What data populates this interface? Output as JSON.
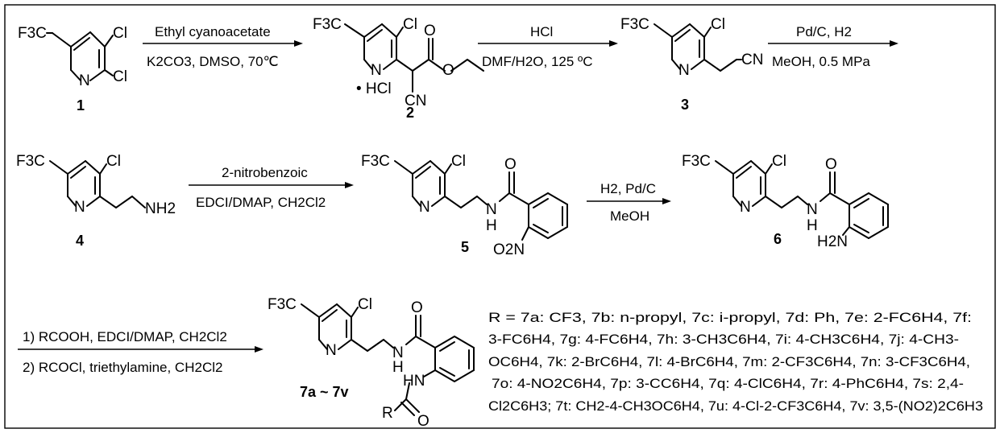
{
  "compounds": [
    {
      "id": "1",
      "label": "1"
    },
    {
      "id": "2",
      "label": "2"
    },
    {
      "id": "3",
      "label": "3"
    },
    {
      "id": "4",
      "label": "4"
    },
    {
      "id": "5",
      "label": "5"
    },
    {
      "id": "6",
      "label": "6"
    },
    {
      "id": "7",
      "label": "7a ~ 7v"
    }
  ],
  "conditions": {
    "s1_top": "Ethyl cyanoacetate",
    "s1_bottom": "K2CO3, DMSO, 70℃",
    "s2_top": "HCl",
    "s2_bottom": "DMF/H2O, 125 ºC",
    "s3_top": "Pd/C, H2",
    "s3_bottom": "MeOH, 0.5 MPa",
    "s4_top": "2-nitrobenzoic",
    "s4_bottom": "EDCI/DMAP, CH2Cl2",
    "s5_top": "H2, Pd/C",
    "s5_bottom": "MeOH",
    "s6_top": "1) RCOOH, EDCI/DMAP, CH2Cl2",
    "s6_bottom": "2) RCOCl, triethylamine, CH2Cl2"
  },
  "atoms": {
    "f3c": "F3C",
    "cl": "Cl",
    "n": "N",
    "hcl_salt": "• HCl",
    "cn": "CN",
    "o": "O",
    "nh2": "NH2",
    "nh": "NH",
    "h": "H",
    "hn": "HN",
    "no2": "O2N",
    "h2n": "H2N",
    "r": "R"
  },
  "r_groups_lines": [
    "R = 7a: CF3, 7b: n-propyl, 7c: i-propyl, 7d: Ph, 7e: 2-FC6H4, 7f:",
    "3-FC6H4, 7g: 4-FC6H4, 7h: 3-CH3C6H4, 7i: 4-CH3C6H4, 7j: 4-CH3-",
    "OC6H4, 7k: 2-BrC6H4, 7l: 4-BrC6H4, 7m: 2-CF3C6H4, 7n: 3-CF3C6H4,",
    "7o: 4-NO2C6H4, 7p: 3-CC6H4, 7q: 4-ClC6H4, 7r: 4-PhC6H4, 7s: 2,4-",
    "Cl2C6H3; 7t: CH2-4-CH3OC6H4, 7u: 4-Cl-2-CF3C6H4, 7v: 3,5-(NO2)2C6H3"
  ]
}
